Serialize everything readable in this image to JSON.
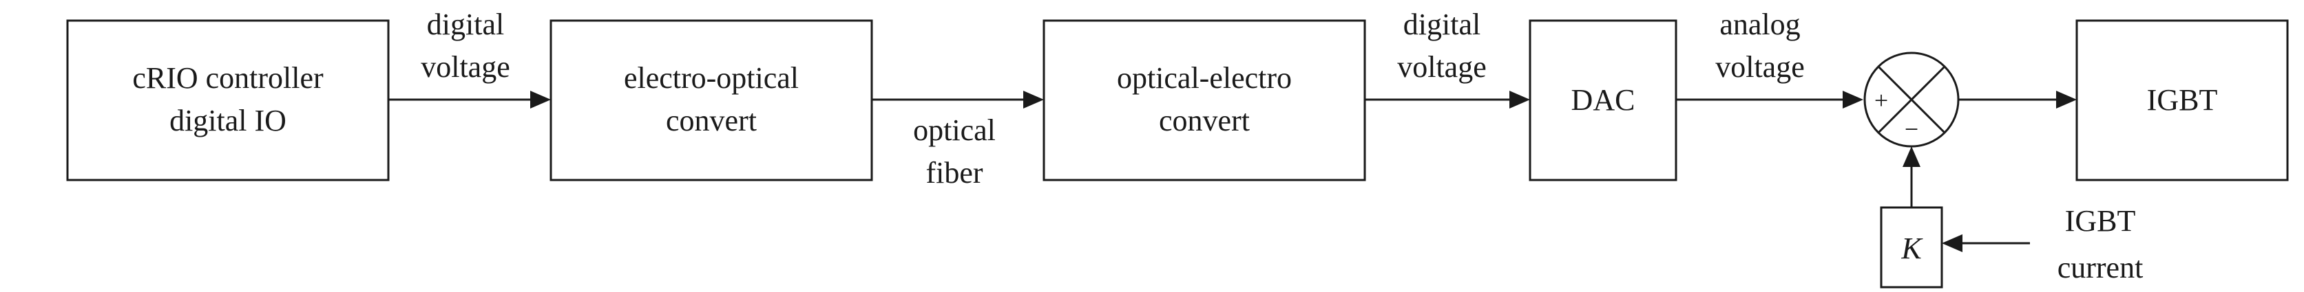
{
  "blocks": {
    "crio": {
      "line1": "cRIO controller",
      "line2": "digital IO"
    },
    "eo": {
      "line1": "electro-optical",
      "line2": "convert"
    },
    "oe": {
      "line1": "optical-electro",
      "line2": "convert"
    },
    "dac": {
      "label": "DAC"
    },
    "igbt": {
      "label": "IGBT"
    },
    "gain": {
      "label": "K"
    }
  },
  "signals": {
    "s1": {
      "line1": "digital",
      "line2": "voltage"
    },
    "s2": {
      "line1": "optical",
      "line2": "fiber"
    },
    "s3": {
      "line1": "digital",
      "line2": "voltage"
    },
    "s4": {
      "line1": "analog",
      "line2": "voltage"
    },
    "current": {
      "line1": "IGBT",
      "line2": "current"
    }
  },
  "summing_junction": {
    "plus": "+",
    "minus": "−"
  }
}
